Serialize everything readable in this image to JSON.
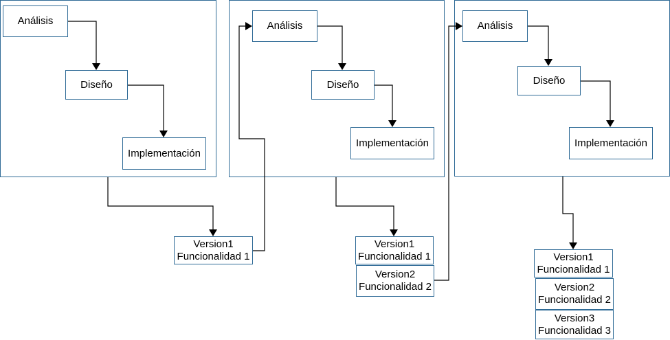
{
  "iterations": [
    {
      "analysis": "Análisis",
      "design": "Diseño",
      "implementation": "Implementación",
      "versions": [
        {
          "line1": "Version1",
          "line2": "Funcionalidad 1"
        }
      ]
    },
    {
      "analysis": "Análisis",
      "design": "Diseño",
      "implementation": "Implementación",
      "versions": [
        {
          "line1": "Version1",
          "line2": "Funcionalidad 1"
        },
        {
          "line1": "Version2",
          "line2": "Funcionalidad 2"
        }
      ]
    },
    {
      "analysis": "Análisis",
      "design": "Diseño",
      "implementation": "Implementación",
      "versions": [
        {
          "line1": "Version1",
          "line2": "Funcionalidad 1"
        },
        {
          "line1": "Version2",
          "line2": "Funcionalidad 2"
        },
        {
          "line1": "Version3",
          "line2": "Funcionalidad 3"
        }
      ]
    }
  ],
  "colors": {
    "border": "#2e6a96",
    "edge": "#000000"
  }
}
